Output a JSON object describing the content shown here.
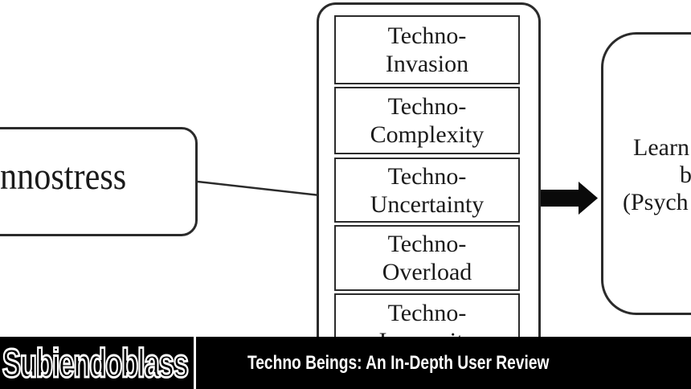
{
  "diagram": {
    "technostress_box": {
      "visible_label": "nnostress"
    },
    "stressor_panel": {
      "stressors": [
        {
          "line1": "Techno-",
          "line2": "Invasion"
        },
        {
          "line1": "Techno-",
          "line2": "Complexity"
        },
        {
          "line1": "Techno-",
          "line2": "Uncertainty"
        },
        {
          "line1": "Techno-",
          "line2": "Overload"
        },
        {
          "line1": "Techno-",
          "line2": "Insecurity"
        }
      ]
    },
    "outcome_box": {
      "visible_lines": [
        "Learn",
        "b",
        "(Psych"
      ]
    }
  },
  "footer": {
    "logo_text": "Subiendoblass",
    "headline": "Techno Beings: An In-Depth User Review"
  },
  "colors": {
    "diagram_line": "#2b2b2b",
    "diagram_text": "#1a1a1a",
    "footer_bg": "#000000",
    "footer_text": "#ffffff",
    "logo_outline": "#ffffff"
  }
}
